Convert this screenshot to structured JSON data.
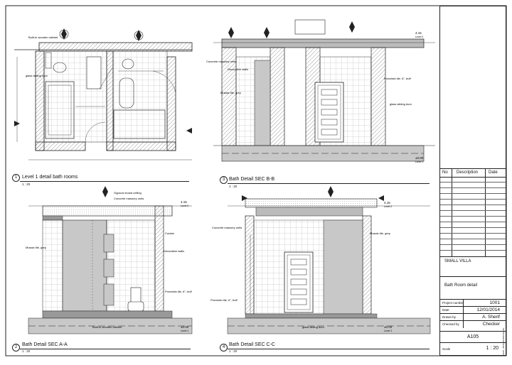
{
  "views": [
    {
      "number": "1",
      "title": "Level 1 detail bath rooms",
      "scale": "1 : 20"
    },
    {
      "number": "3",
      "title": "Bath Detail SEC B-B",
      "scale": "1 : 20"
    },
    {
      "number": "2",
      "title": "Bath Detail SEC A-A",
      "scale": "1 : 20"
    },
    {
      "number": "4",
      "title": "Bath Detail SEC C-C",
      "scale": "1 : 20"
    }
  ],
  "notes": {
    "plan_builtin": "Built-in wooden cabinet",
    "plan_glass": "glass sliding door",
    "bb_masonry": "Concrete masonry units",
    "bb_decorative": "Decorative walls",
    "bb_mosaic": "Mosaic tile, grey",
    "bb_porcelain": "Porcelain tile, 6\", buff",
    "bb_glass": "glass sliding door",
    "aa_gypsum": "Gypsum board ceiling",
    "aa_masonry": "Concrete masonry units",
    "aa_curtain": "Curtain",
    "aa_mosaic": "Mosaic tile, grey",
    "aa_decorative": "Decorative walls",
    "aa_porcelain": "Porcelain tile, 6\", buff",
    "aa_builtin": "Built-in wooden cabinet",
    "cc_masonry": "Concrete masonry units",
    "cc_mosaic": "Mosaic tile, grey",
    "cc_porcelain": "Porcelain tile, 6\", buff",
    "cc_glass": "glass sliding door"
  },
  "levels": {
    "bb_top": "4.15",
    "bb_top_sub": "Level 2",
    "bb_bot": "±0.00",
    "bb_bot_sub": "Level 1",
    "aa_top": "4.15",
    "aa_top_sub": "Level 2",
    "aa_bot": "±0.00",
    "aa_bot_sub": "Level 1",
    "cc_top": "4.15",
    "cc_top_sub": "Level 2",
    "cc_bot": "±0.00",
    "cc_bot_sub": "Level 1"
  },
  "title_block": {
    "rev_headers": [
      "No",
      "Description",
      "Date"
    ],
    "project_name": "SMALL VILLA",
    "sheet_name": "Bath Room detail",
    "rows": [
      {
        "label": "Project number",
        "value": "1001"
      },
      {
        "label": "Date",
        "value": "12/01/2014"
      },
      {
        "label": "Drawn by",
        "value": "A. Sherif"
      },
      {
        "label": "Checked by",
        "value": "Checker"
      }
    ],
    "sheet_number": "A105",
    "scale_label": "Scale",
    "scale_value": "1 : 20",
    "stamp": "A105 - BATH ROOM DETAIL"
  },
  "colors": {
    "line": "#222222",
    "fill_grey": "#c8c8c8",
    "dark": "#555555"
  }
}
